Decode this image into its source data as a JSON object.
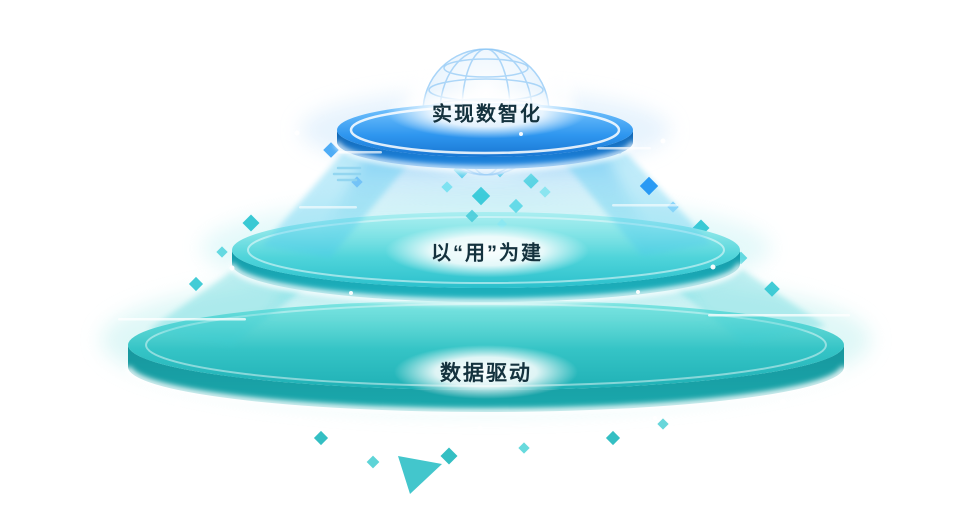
{
  "diagram": {
    "name": "data-driven-digitalization-pyramid",
    "tiers": [
      {
        "id": "top",
        "label": "实现数智化",
        "color": "#1e88e5"
      },
      {
        "id": "middle",
        "label": "以“用”为建",
        "color": "#2bc8d4"
      },
      {
        "id": "bottom",
        "label": "数据驱动",
        "color": "#21b5b9"
      }
    ],
    "dome": {
      "icon": "globe-dome-icon",
      "color": "#ffffff",
      "line_color": "#74baf3"
    },
    "accents": {
      "rim": "#ffffff",
      "diamond_blue": "#42a5f5",
      "diamond_teal": "#2fc6d2"
    }
  }
}
